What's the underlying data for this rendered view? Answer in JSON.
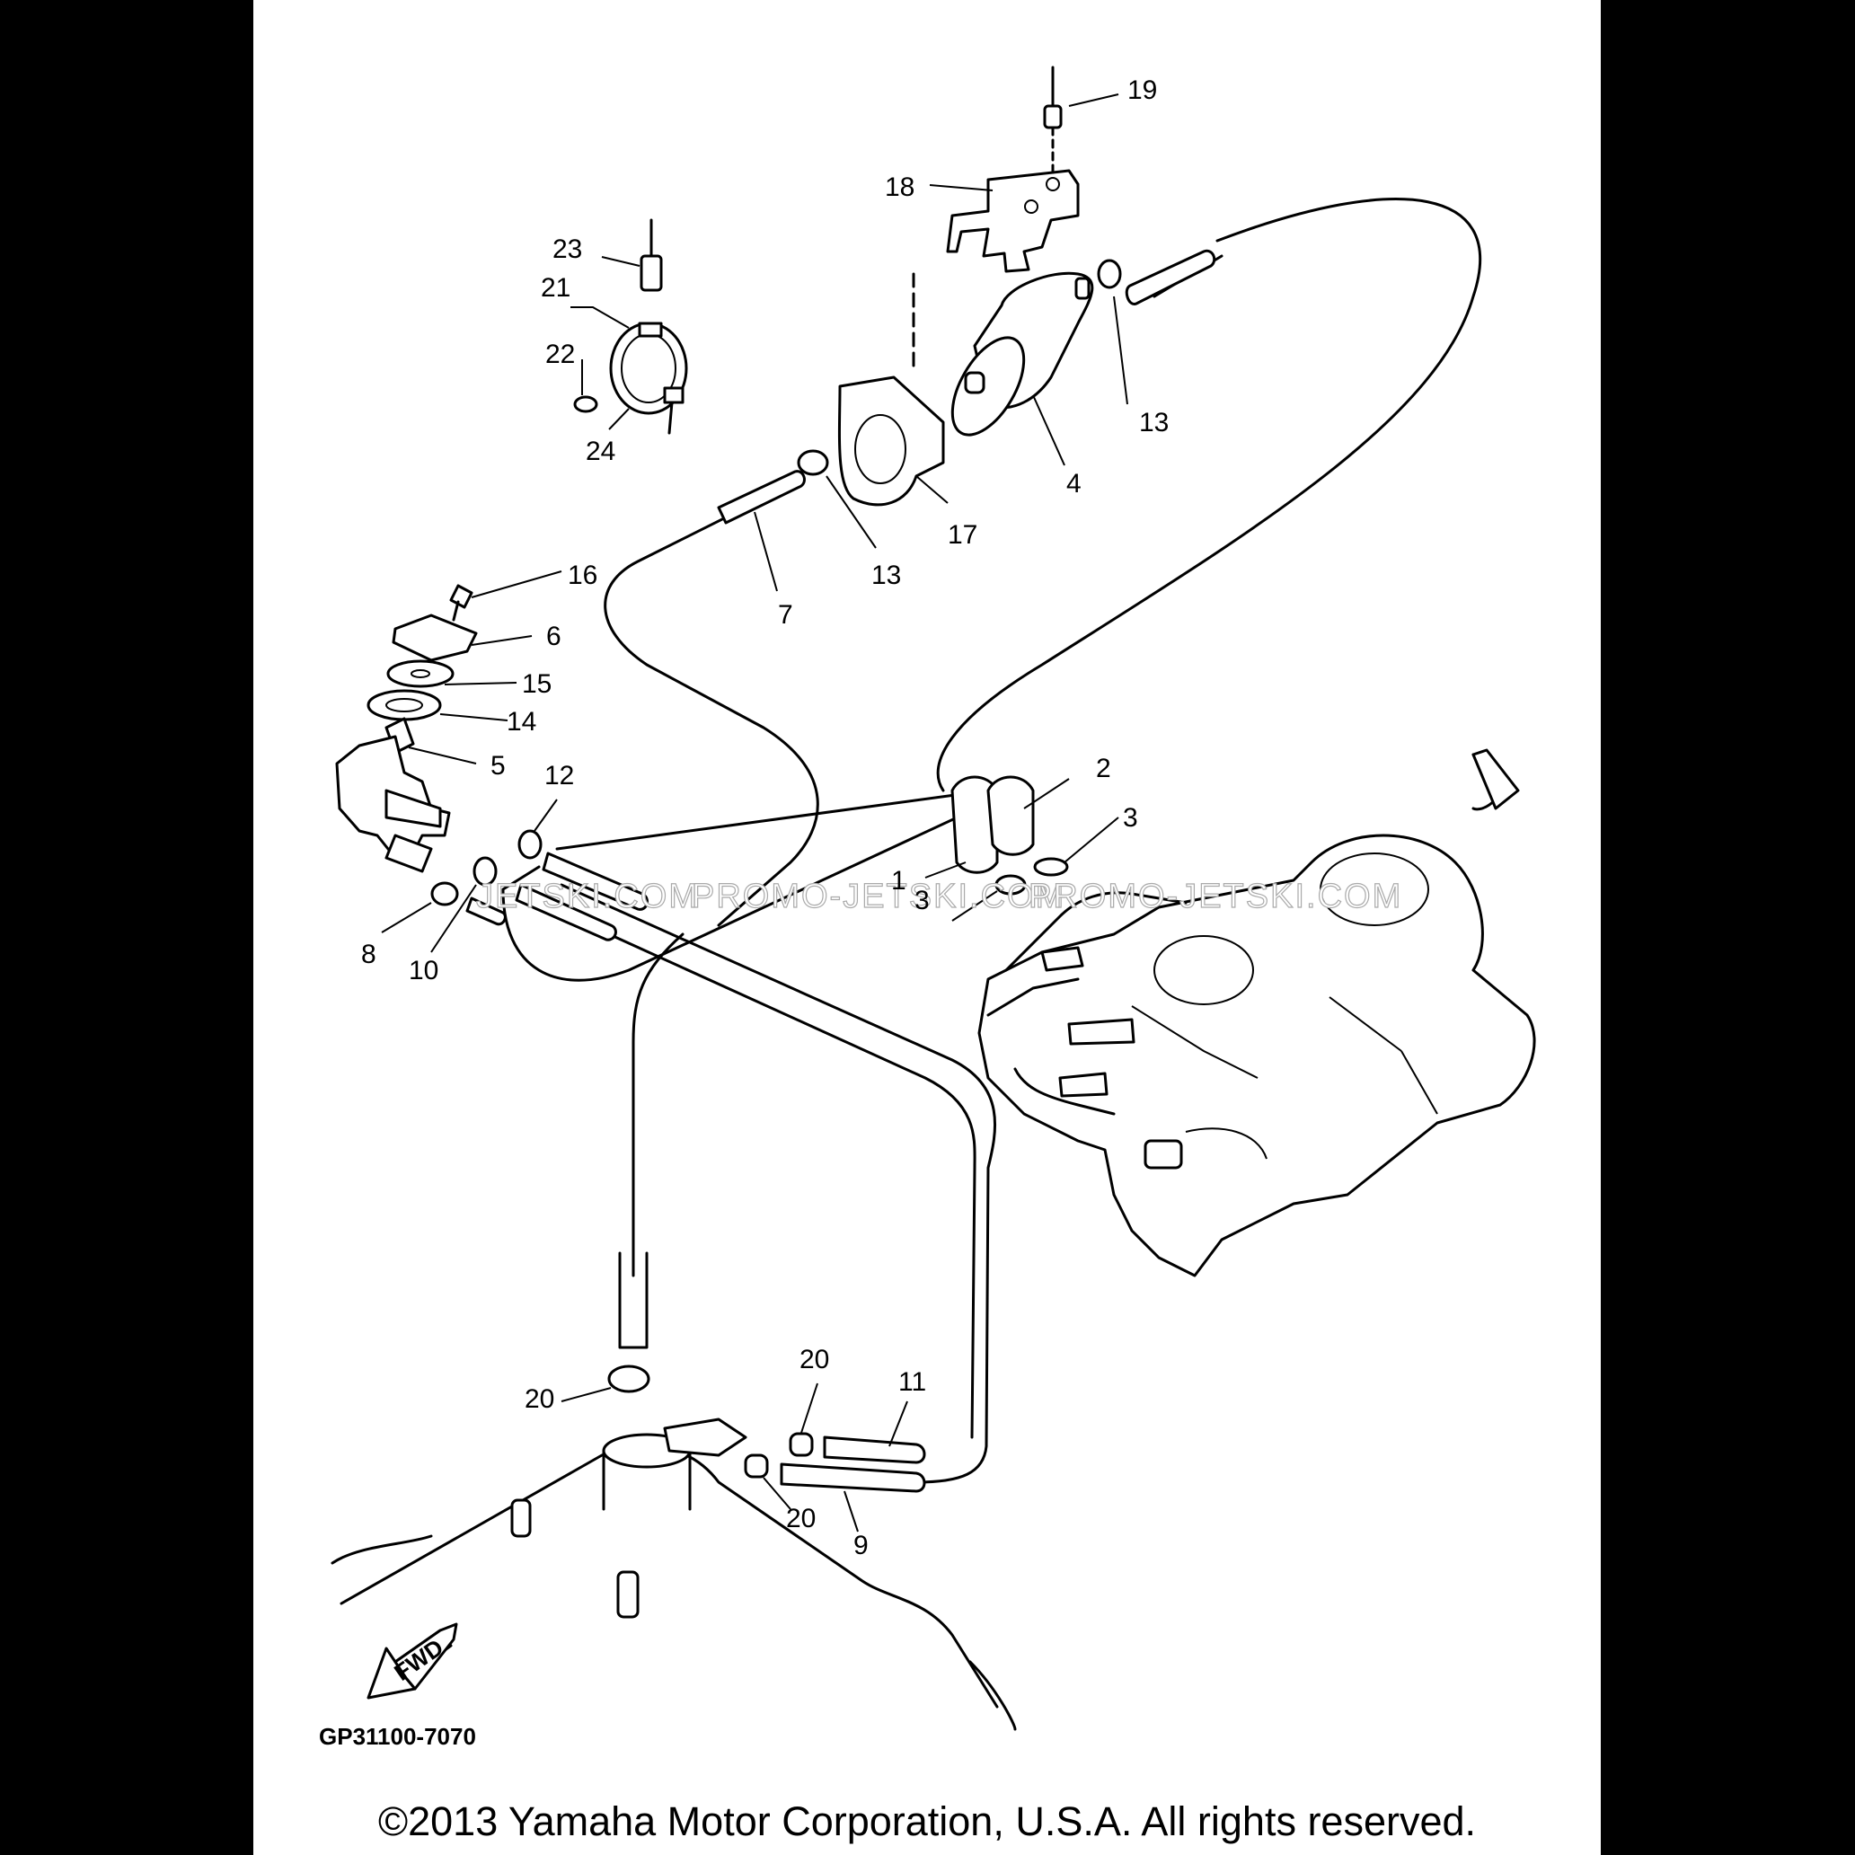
{
  "diagram_code": "GP31100-7070",
  "copyright": "©2013 Yamaha Motor Corporation, U.S.A. All rights reserved.",
  "watermarks": [
    "JETSKI.COM",
    "PROMO-JETSKI.COM",
    "PROMO-JETSKI.COM"
  ],
  "fwd_label": "FWD",
  "callouts": {
    "p1": "1",
    "p2": "2",
    "p3a": "3",
    "p3b": "3",
    "p4": "4",
    "p5": "5",
    "p6": "6",
    "p7": "7",
    "p8": "8",
    "p9": "9",
    "p10": "10",
    "p11": "11",
    "p12": "12",
    "p13a": "13",
    "p13b": "13",
    "p14": "14",
    "p15": "15",
    "p16": "16",
    "p17": "17",
    "p18": "18",
    "p19": "19",
    "p20a": "20",
    "p20b": "20",
    "p20c": "20",
    "p21": "21",
    "p22": "22",
    "p23": "23",
    "p24": "24"
  }
}
